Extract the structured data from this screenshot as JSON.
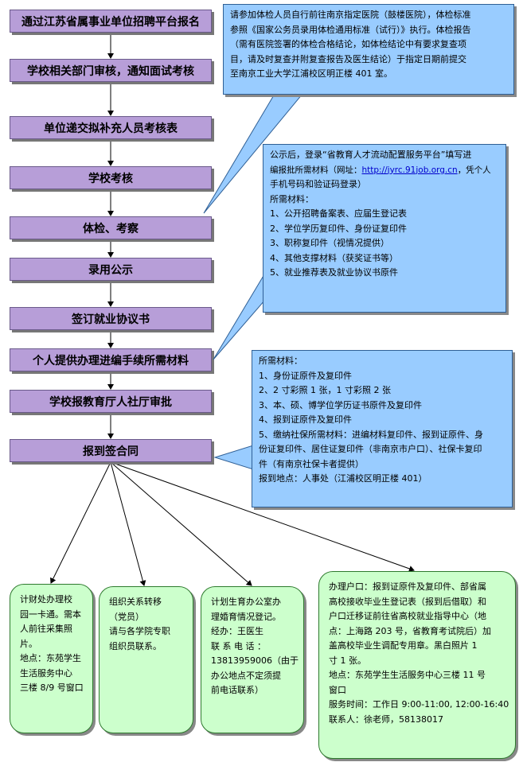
{
  "steps": [
    "通过江苏省属事业单位招聘平台报名",
    "学校相关部门审核，通知面试考核",
    "单位递交拟补充人员考核表",
    "学校考核",
    "体检、考察",
    "录用公示",
    "签订就业协议书",
    "个人提供办理进编手续所需材料",
    "学校报教育厅人社厅审批",
    "报到签合同"
  ],
  "notes": {
    "physical_exam": [
      "请参加体检人员自行前往南京指定医院（鼓楼医院），体检标准",
      "参照《国家公务员录用体检通用标准（试行）》执行。体检报告",
      "（需有医院签署的体检合格结论，如体检结论中有要求复查项",
      "目，请及时复查并附复查报告及医生结论）于指定日期前提交",
      "至南京工业大学江浦校区明正楼 401 室。"
    ],
    "materials_intro_1": "公示后，登录“省教育人才流动配置服务平台”填写进",
    "materials_intro_2a": "编报批所需材料（网址：",
    "materials_url": "http://jyrc.91job.org.cn",
    "materials_intro_2b": "，凭个人",
    "materials_intro_3": "手机号码和验证码登录）",
    "materials_list": [
      "所需材料：",
      "1、公开招聘备案表、应届生登记表",
      "2、学位学历复印件、身份证复印件",
      "3、职称复印件（视情况提供）",
      "4、其他支撑材料（获奖证书等）",
      "5、就业推荐表及就业协议书原件"
    ],
    "report": [
      "所需材料：",
      "1、身份证原件及复印件",
      "2、2 寸彩照 1 张，1 寸彩照 2 张",
      "3、本、硕、博学位学历证书原件及复印件",
      "4、报到证原件及复印件",
      "5、缴纳社保所需材料：进编材料复印件、报到证原件、身",
      "份证复印件、居住证复印件（非南京市户口）、社保卡复印",
      "件（有南京社保卡者提供）",
      "报到地点：人事处（江浦校区明正楼 401）"
    ]
  },
  "bottom_boxes": {
    "finance": [
      "计财处办理校",
      "园一卡通。需本",
      "人前往采集照",
      "片。",
      "地点：东苑学生",
      "生活服务中心",
      "三楼 8/9 号窗口"
    ],
    "organization": [
      "组织关系转移",
      "（党员）",
      "请与各学院专职",
      "组织员联系。"
    ],
    "family_planning": [
      "计划生育办公室办",
      "理婚育情况登记。",
      "经办：王医生",
      "联 系 电 话 ：",
      "13813959006（由于",
      "办公地点不定须提",
      "前电话联系）"
    ],
    "household": [
      "办理户口：报到证原件及复印件、部省属",
      "高校接收毕业生登记表（报到后借取）和",
      "户口迁移证前往省高校就业指导中心（地",
      "点：上海路 203 号，省教育考试院后）加",
      "盖高校毕业生调配专用章。黑白照片 1",
      "寸 1 张。",
      "地点：东苑学生生活服务中心三楼 11 号",
      "窗口",
      "服务时间：工作日 9:00-11:00, 12:00-16:40",
      "联系人：徐老师，58138017"
    ]
  },
  "colors": {
    "step_fill": "#b79ed8",
    "note_fill": "#99ccff",
    "bottom_fill": "#ccffcc",
    "link": "#0000cc"
  }
}
